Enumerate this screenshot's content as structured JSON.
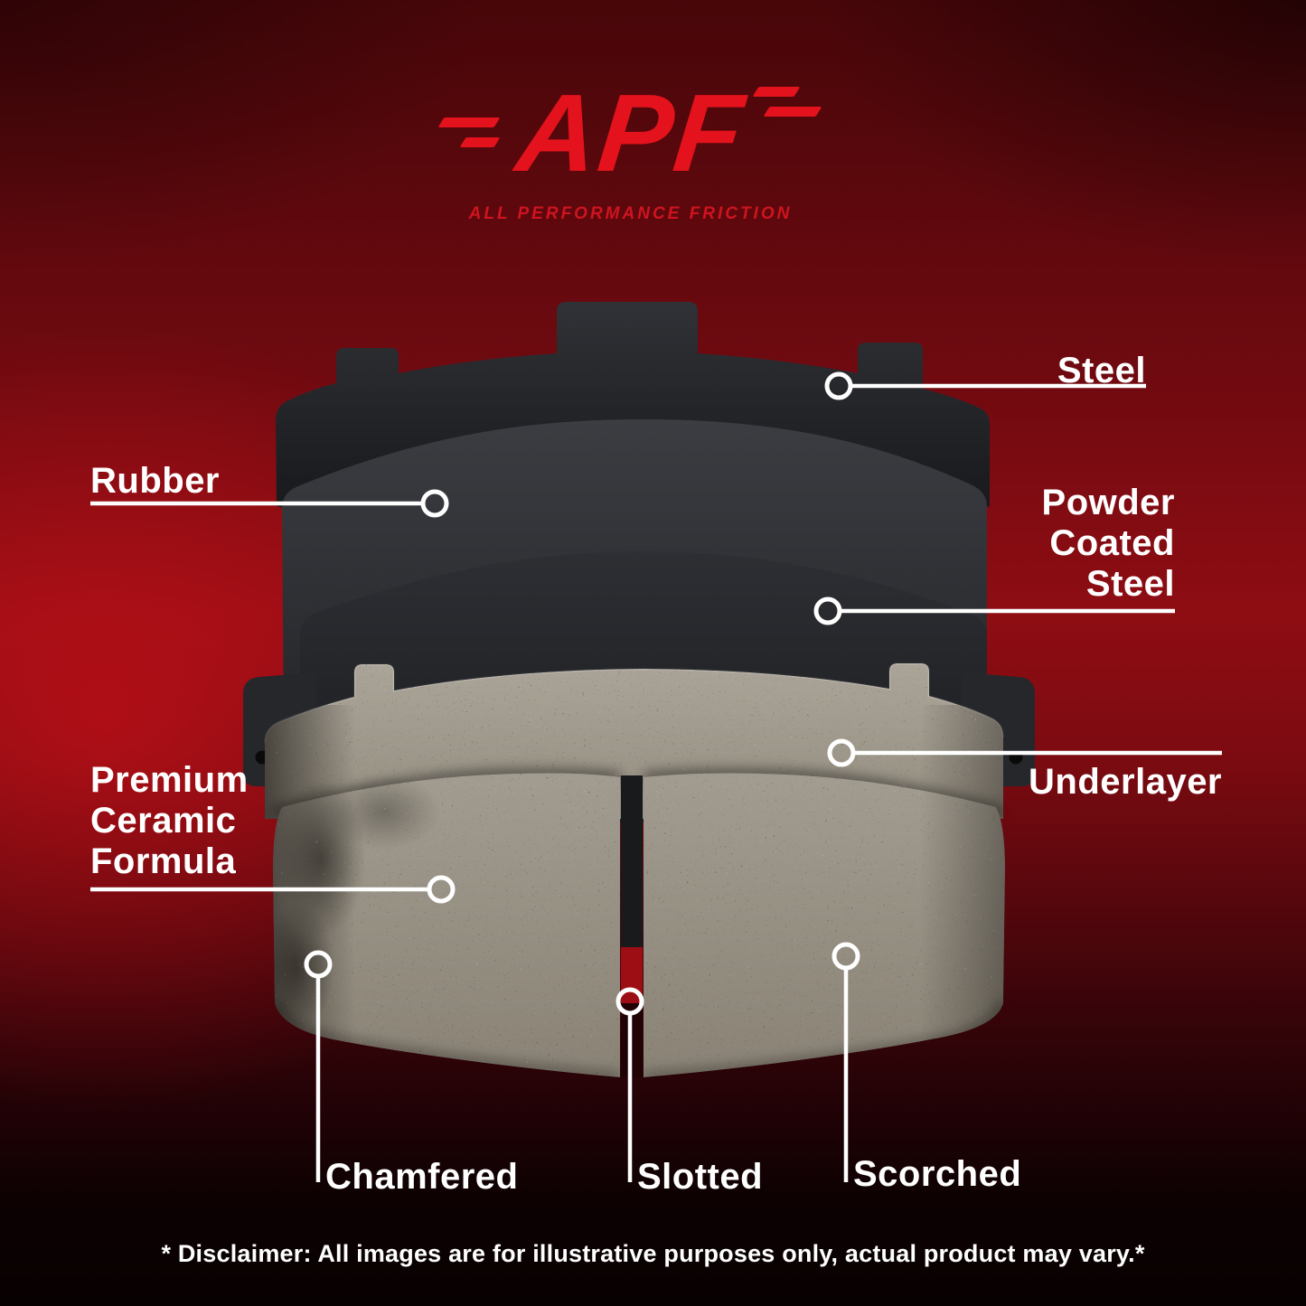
{
  "brand": {
    "logo_text": "APF",
    "tagline": "ALL PERFORMANCE FRICTION"
  },
  "callouts": {
    "steel": "Steel",
    "rubber": "Rubber",
    "powder_coated_steel": "Powder Coated Steel",
    "underlayer": "Underlayer",
    "premium_ceramic_formula": "Premium Ceramic Formula",
    "chamfered": "Chamfered",
    "slotted": "Slotted",
    "scorched": "Scorched"
  },
  "disclaimer": "* Disclaimer: All images are for illustrative purposes only, actual product may vary.*",
  "colors": {
    "brand_red": "#e4121c",
    "background_red": "#8e0d13",
    "label_white": "#ffffff",
    "plate_dark": "#1b1c1f",
    "ceramic_gray": "#9a9488"
  }
}
